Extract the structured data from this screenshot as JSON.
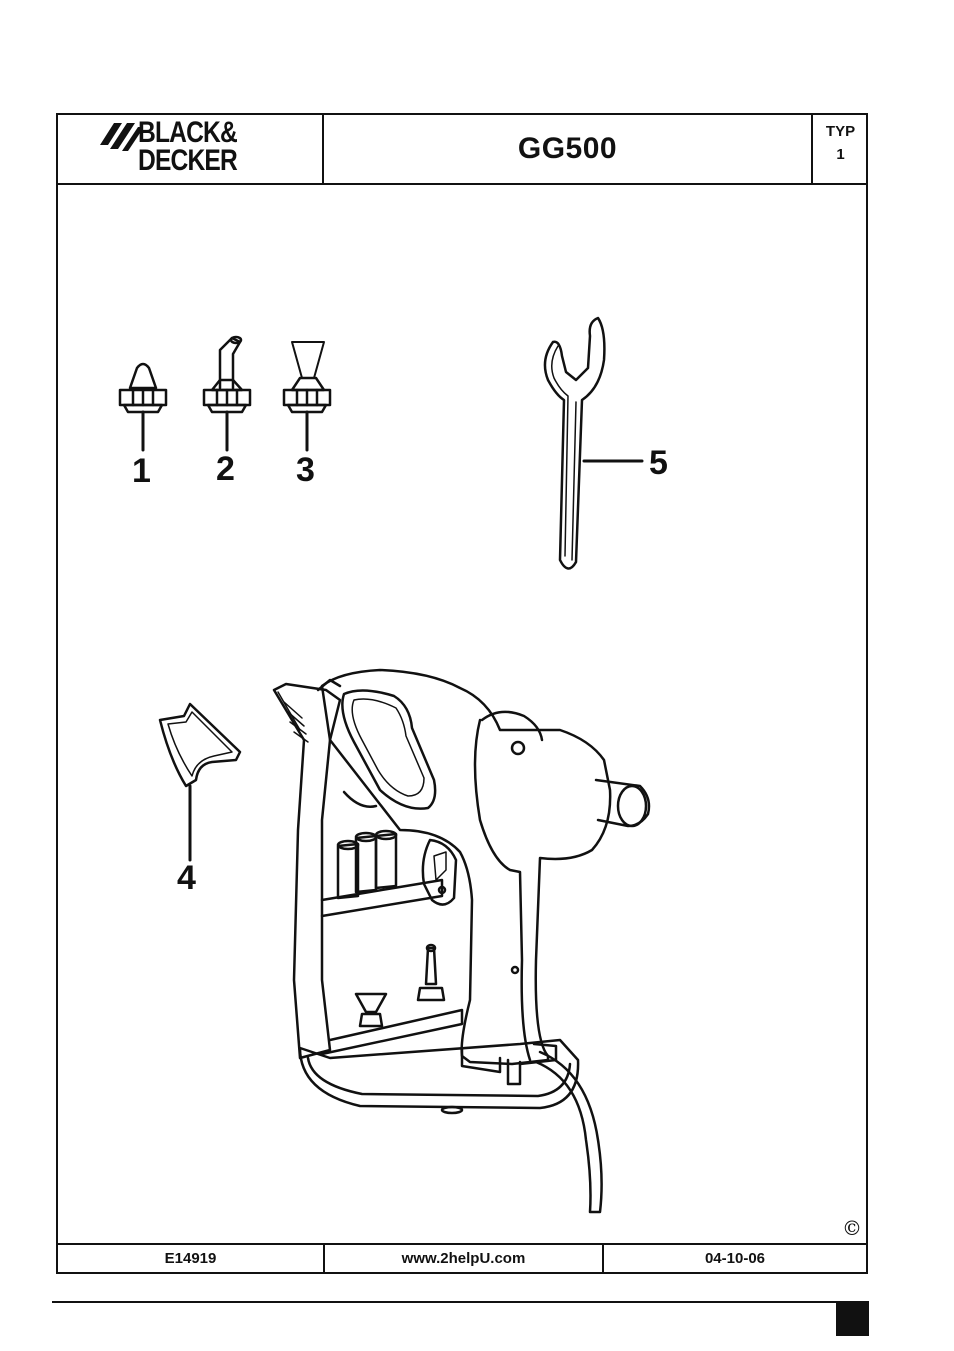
{
  "header": {
    "brand_line1": "BLACK&",
    "brand_line2": "DECKER",
    "model": "GG500",
    "typ_label": "TYP",
    "typ_value": "1"
  },
  "parts": [
    {
      "label": "1",
      "name": "cone nozzle"
    },
    {
      "label": "2",
      "name": "angled nozzle"
    },
    {
      "label": "3",
      "name": "flat wide nozzle"
    },
    {
      "label": "4",
      "name": "wire stand"
    },
    {
      "label": "5",
      "name": "spanner"
    }
  ],
  "footer": {
    "code": "E14919",
    "website": "www.2helpU.com",
    "date": "04-10-06",
    "copyright": "©"
  }
}
